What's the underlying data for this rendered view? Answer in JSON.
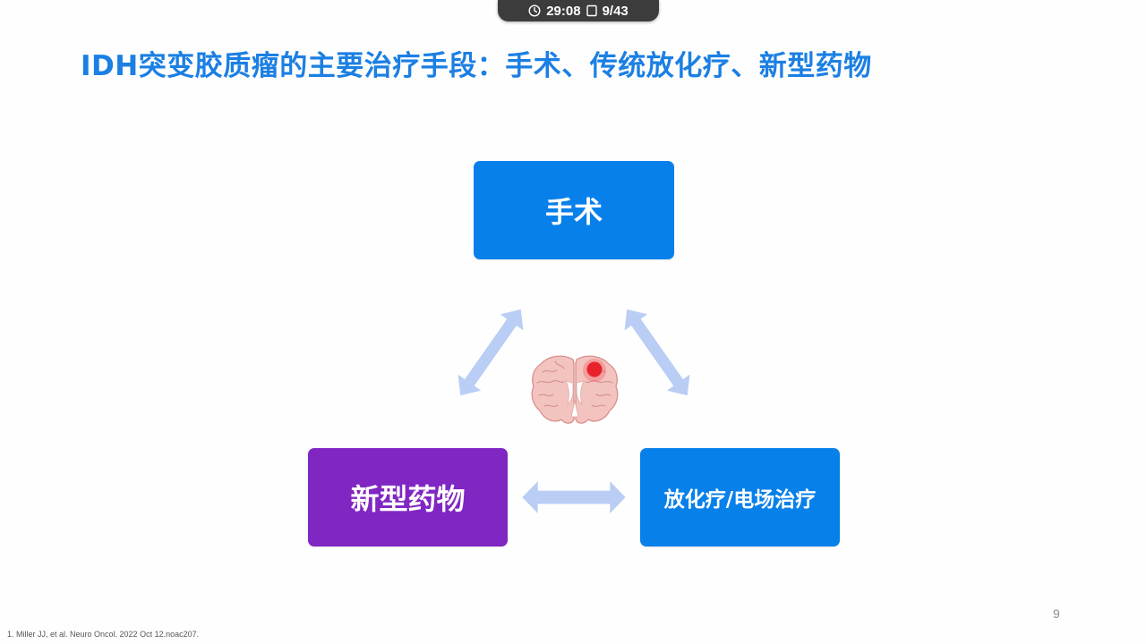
{
  "timer": {
    "elapsed": "29:08",
    "slide_position": "9/43",
    "clock_icon": "clock-icon",
    "slide_icon": "slide-icon"
  },
  "slide": {
    "title": "IDH突变胶质瘤的主要治疗手段：手术、传统放化疗、新型药物",
    "nodes": {
      "surgery": "手术",
      "drugs": "新型药物",
      "radio": "放化疗/电场治疗"
    },
    "center_icon": "brain-tumor-icon",
    "page_number": "9",
    "reference": "1. Miller JJ, et al. Neuro Oncol. 2022 Oct 12.noac207."
  },
  "colors": {
    "title": "#1b7fe3",
    "node_blue": "#0880ea",
    "node_purple": "#8026c3",
    "arrow": "#b9cdf5",
    "tumor": "#e8222b"
  }
}
